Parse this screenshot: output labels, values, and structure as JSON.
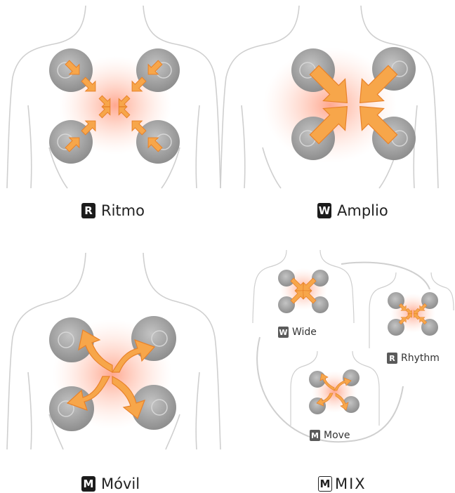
{
  "colors": {
    "body_line": "#cfcfcf",
    "pad_outer": "#9a9a9a",
    "pad_inner": "#bdbdbd",
    "wire_red": "#ef8a8a",
    "wire_green": "#9ed59e",
    "glow": "#ff9a7a",
    "arrow_fill": "#f7a64a",
    "arrow_stroke": "#e8822a",
    "badge_bg": "#1c1c1c"
  },
  "icons": {
    "pads": "electrode-pad-icon",
    "arrows": "stimulation-arrow-icon",
    "torso": "torso-outline-icon"
  },
  "modes": {
    "ritmo": {
      "badge": "R",
      "label": "Ritmo"
    },
    "amplio": {
      "badge": "W",
      "label": "Amplio"
    },
    "movil": {
      "badge": "M",
      "label": "Móvil"
    },
    "mix": {
      "badge": "M",
      "label": "MIX"
    }
  },
  "mix_cycle": {
    "wide": {
      "badge": "W",
      "label": "Wide"
    },
    "rhythm": {
      "badge": "R",
      "label": "Rhythm"
    },
    "move": {
      "badge": "M",
      "label": "Move"
    }
  }
}
